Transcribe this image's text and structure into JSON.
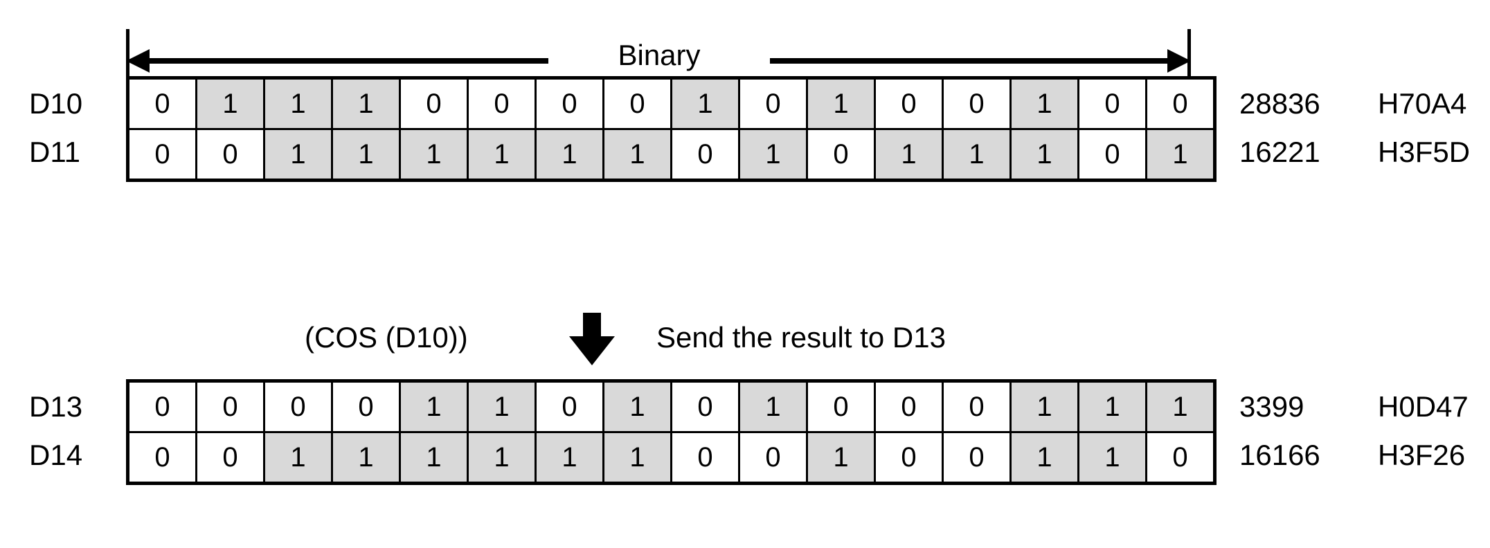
{
  "header": {
    "binary_label": "Binary",
    "arrow_left_icon": "arrow-left-icon",
    "arrow_right_icon": "arrow-right-icon"
  },
  "operation": {
    "expression": "(COS (D10))",
    "arrow_icon": "arrow-down-icon",
    "description": "Send the result to D13"
  },
  "tables": [
    {
      "id": "source",
      "rows": [
        {
          "label": "D10",
          "bits": [
            0,
            1,
            1,
            1,
            0,
            0,
            0,
            0,
            1,
            0,
            1,
            0,
            0,
            1,
            0,
            0
          ],
          "decimal": "28836",
          "hex": "H70A4"
        },
        {
          "label": "D11",
          "bits": [
            0,
            0,
            1,
            1,
            1,
            1,
            1,
            1,
            0,
            1,
            0,
            1,
            1,
            1,
            0,
            1
          ],
          "decimal": "16221",
          "hex": "H3F5D"
        }
      ]
    },
    {
      "id": "result",
      "rows": [
        {
          "label": "D13",
          "bits": [
            0,
            0,
            0,
            0,
            1,
            1,
            0,
            1,
            0,
            1,
            0,
            0,
            0,
            1,
            1,
            1
          ],
          "decimal": "3399",
          "hex": "H0D47"
        },
        {
          "label": "D14",
          "bits": [
            0,
            0,
            1,
            1,
            1,
            1,
            1,
            1,
            0,
            0,
            1,
            0,
            0,
            1,
            1,
            0
          ],
          "decimal": "16166",
          "hex": "H3F26"
        }
      ]
    }
  ],
  "colors": {
    "bit_on_fill": "#d9d9d9",
    "bit_off_fill": "#ffffff",
    "line": "#000000"
  }
}
